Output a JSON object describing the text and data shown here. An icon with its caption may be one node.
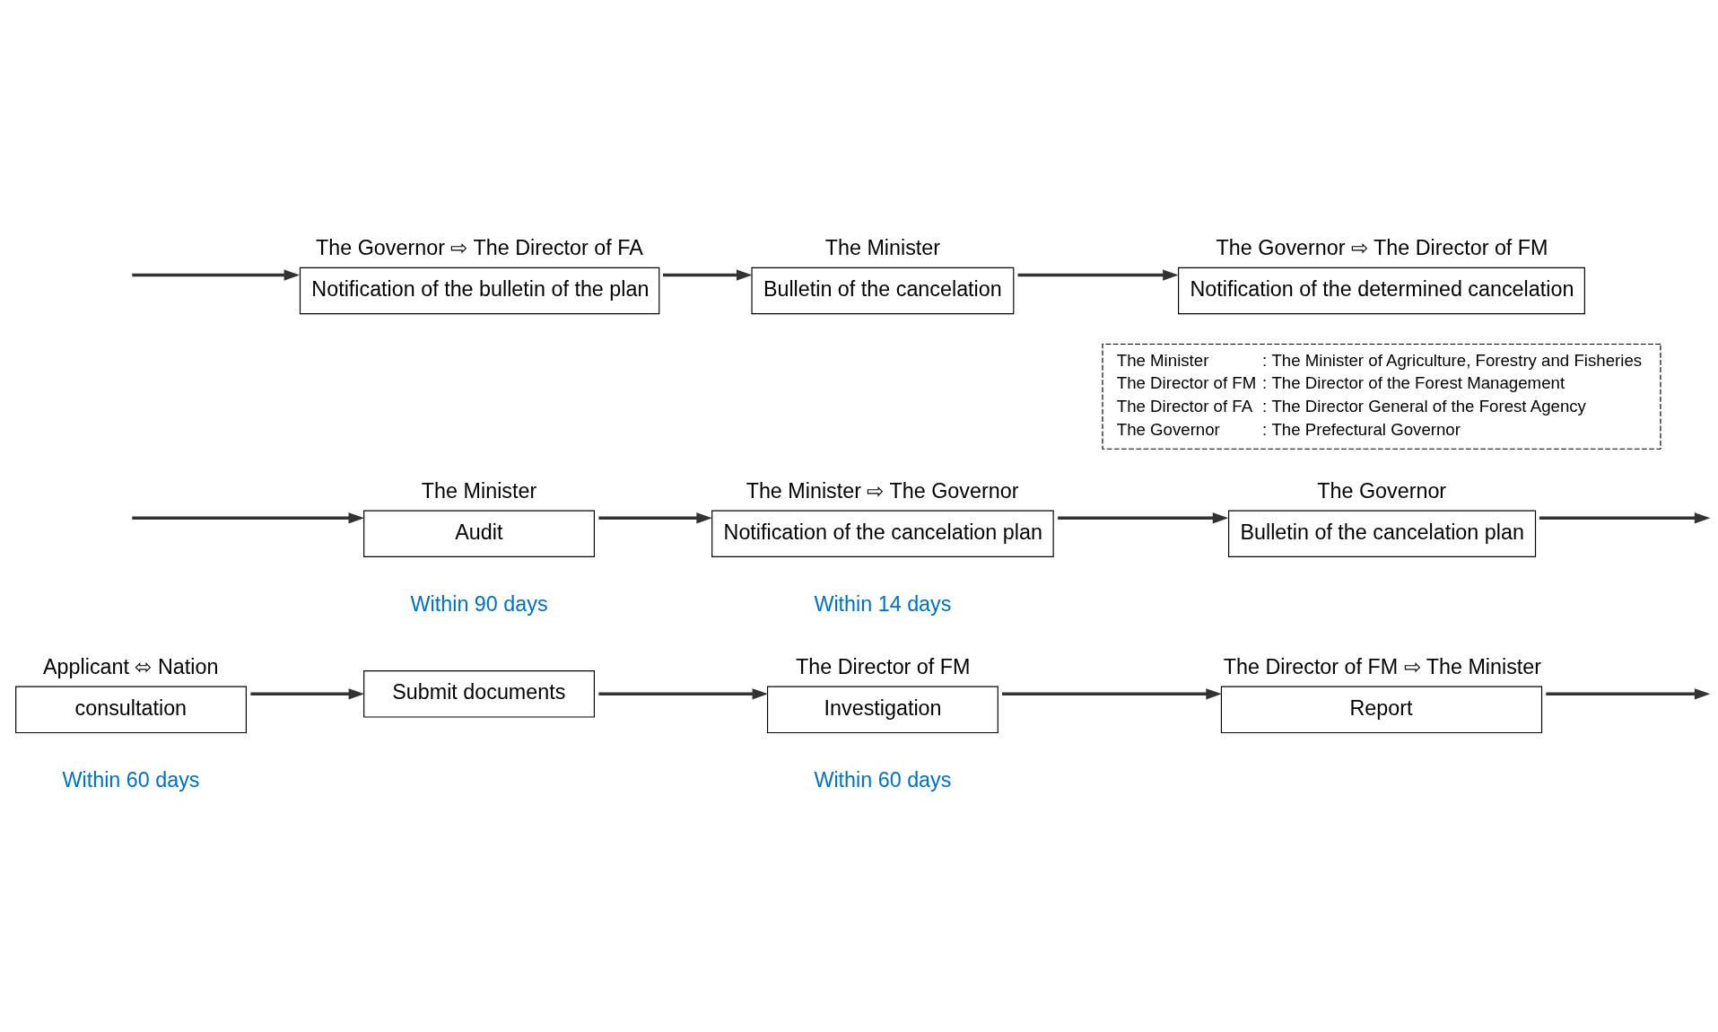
{
  "diagram": {
    "nodes": [
      {
        "text": [
          "Applicant ⬄ Nation",
          "consultation"
        ]
      },
      {
        "text": [
          "Submit documents"
        ]
      },
      {
        "text": [
          "The Director of FM",
          "Investigation"
        ]
      },
      {
        "text": [
          "The Director of FM ⇨ The Minister",
          "Report"
        ]
      },
      {
        "text": [
          "The Minister",
          "Audit"
        ]
      },
      {
        "text": [
          "The Minister ⇨ The Governor",
          "Notification of the cancelation plan"
        ]
      },
      {
        "text": [
          "The Governor",
          "Bulletin of the cancelation plan"
        ]
      },
      {
        "text": [
          "The Governor ⇨ The Director of FA",
          "Notification of the bulletin of the plan"
        ]
      },
      {
        "text": [
          "The Minister",
          "Bulletin of the cancelation"
        ]
      },
      {
        "text": [
          "The Governor ⇨ The Director of FM",
          "Notification of the determined cancelation"
        ]
      },
      {
        "text": [
          "The Minister",
          ":",
          "The Minister of Agriculture, Forestry and Fisheries",
          "The Director of FM",
          ":",
          "The Director of the Forest Management",
          "The Director of FA",
          ":",
          "The Director General of the Forest Agency",
          "The Governor",
          ":",
          "The Prefectural Governor"
        ]
      }
    ],
    "edges": [
      {
        "from": 0,
        "to": 1,
        "arrow": "to"
      },
      {
        "from": 1,
        "to": 2,
        "arrow": "to"
      },
      {
        "from": 2,
        "to": 3,
        "arrow": "to"
      },
      {
        "from": 3,
        "to": null,
        "arrow": "to"
      },
      {
        "from": null,
        "to": 4,
        "arrow": "to"
      },
      {
        "from": 4,
        "to": 5,
        "arrow": "to"
      },
      {
        "from": 5,
        "to": 6,
        "arrow": "to"
      },
      {
        "from": 6,
        "to": null,
        "arrow": "to"
      },
      {
        "from": null,
        "to": 7,
        "arrow": "to"
      },
      {
        "from": 7,
        "to": 8,
        "arrow": "to"
      },
      {
        "from": 8,
        "to": 9,
        "arrow": "to"
      }
    ],
    "labels": [
      "Within 60 days",
      "Within 60 days",
      "Within 90 days",
      "Within 14 days"
    ]
  }
}
